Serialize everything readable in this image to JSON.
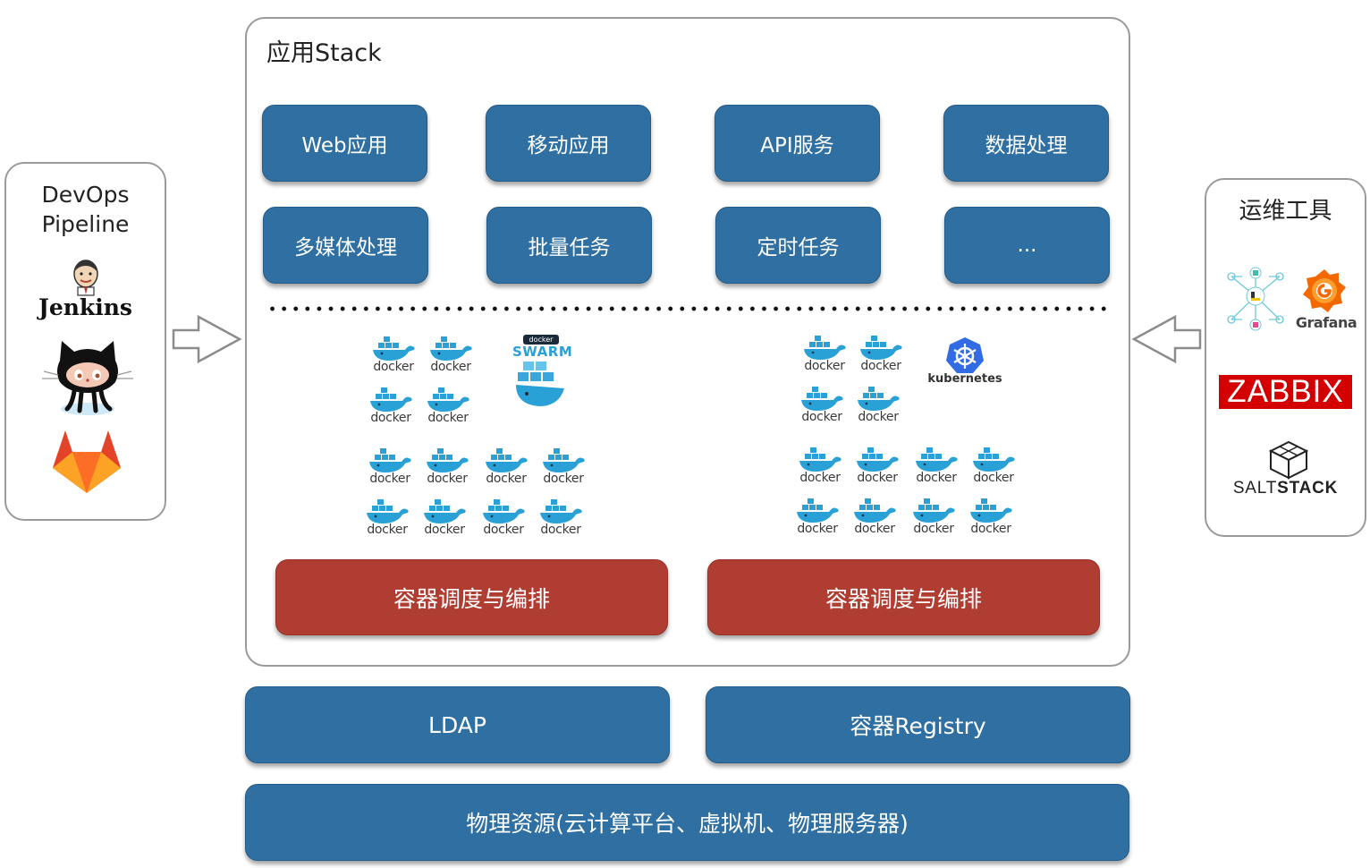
{
  "app_stack": {
    "title": "应用Stack",
    "apps": [
      "Web应用",
      "移动应用",
      "API服务",
      "数据处理",
      "多媒体处理",
      "批量任务",
      "定时任务",
      "..."
    ],
    "orchestration": [
      "容器调度与编排",
      "容器调度与编排"
    ]
  },
  "left_cluster": {
    "docker_label": "docker",
    "swarm_label": "docker SWARM"
  },
  "right_cluster": {
    "docker_label": "docker",
    "k8s_label": "kubernetes"
  },
  "devops": {
    "title_line1": "DevOps",
    "title_line2": "Pipeline",
    "jenkins": "Jenkins"
  },
  "ops_tools": {
    "title": "运维工具",
    "grafana": "Grafana",
    "zabbix": "ZABBIX",
    "saltstack_1": "SALT",
    "saltstack_2": "STACK"
  },
  "infra": {
    "ldap": "LDAP",
    "registry": "容器Registry",
    "physical": "物理资源(云计算平台、虚拟机、物理服务器)"
  },
  "colors": {
    "blue_box": "#2f6fa2",
    "red_box": "#b03d31",
    "panel_border": "#9a9a9a",
    "docker_blue": "#2aa1d6",
    "zabbix_red": "#d40000",
    "gitlab_orange": "#fc6d26"
  }
}
